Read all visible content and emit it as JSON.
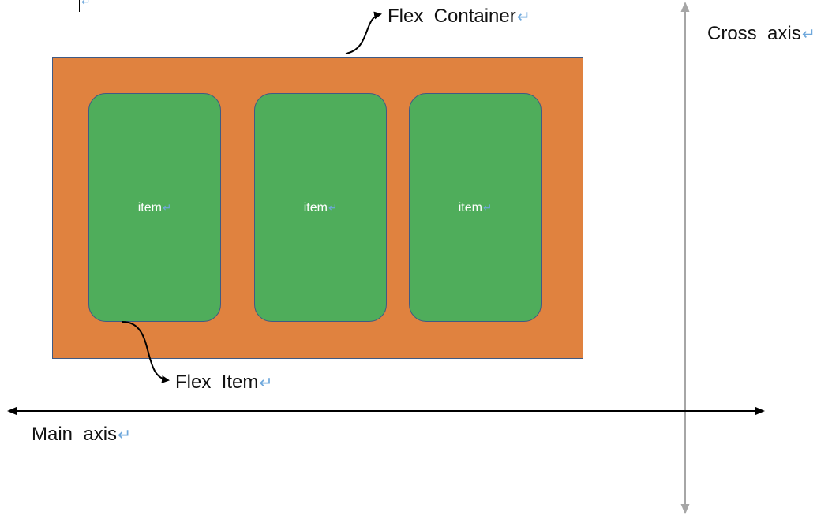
{
  "labels": {
    "flex_container": "Flex  Container",
    "flex_item": "Flex  Item",
    "main_axis": "Main  axis",
    "cross_axis": "Cross  axis"
  },
  "items": [
    {
      "label": "item"
    },
    {
      "label": "item"
    },
    {
      "label": "item"
    }
  ],
  "return_mark": "↵",
  "colors": {
    "container": "#E0823F",
    "item": "#4FAD5B",
    "outline": "#3F5A84",
    "return_mark": "#6FA8DC",
    "main_axis": "#000000",
    "cross_axis": "#A6A6A6"
  },
  "icons": [
    "paragraph-return-icon",
    "curved-arrow-icon",
    "double-headed-arrow-icon"
  ]
}
